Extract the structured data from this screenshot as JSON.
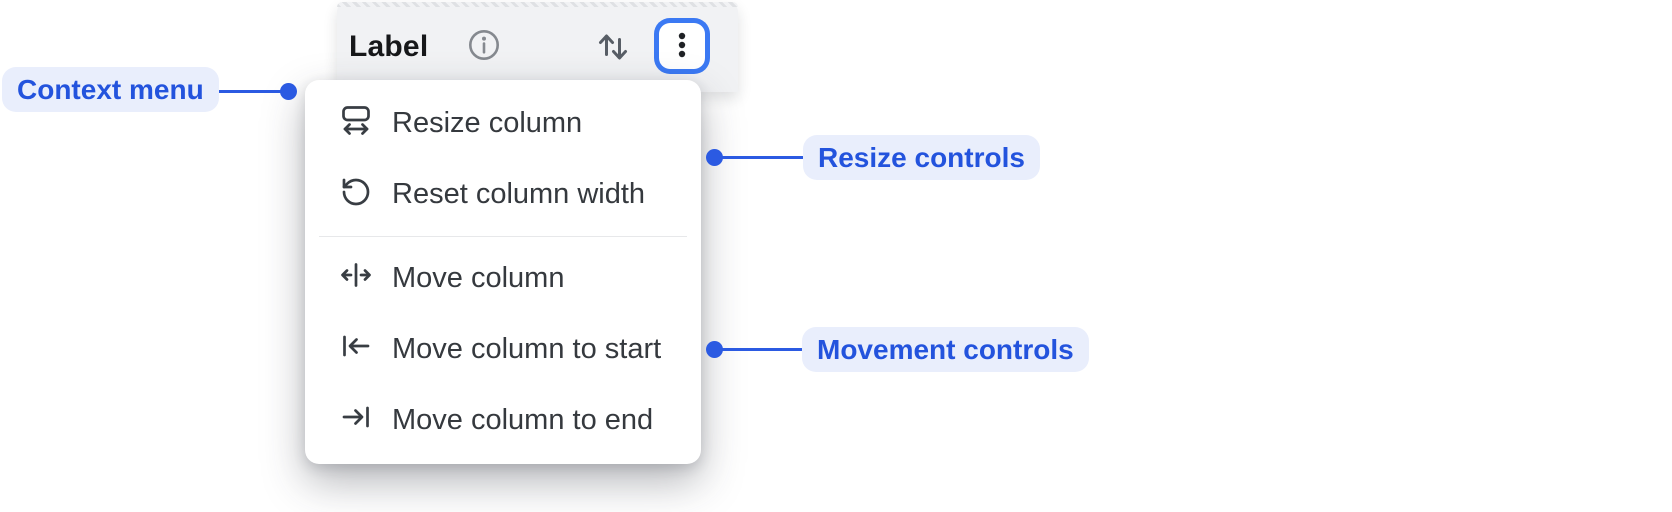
{
  "header": {
    "label": "Label",
    "info_icon": "info-icon",
    "sort_icon": "sort-ascending-descending-icon",
    "more_icon": "kebab-menu-icon"
  },
  "menu": {
    "items": [
      {
        "label": "Resize column",
        "icon": "resize-column-icon"
      },
      {
        "label": "Reset column width",
        "icon": "reset-column-width-icon"
      },
      {
        "label": "Move column",
        "icon": "move-column-icon"
      },
      {
        "label": "Move column to start",
        "icon": "move-column-to-start-icon"
      },
      {
        "label": "Move column to end",
        "icon": "move-column-to-end-icon"
      }
    ]
  },
  "annotations": {
    "context_menu": {
      "label": "Context menu"
    },
    "resize_controls": {
      "label": "Resize controls"
    },
    "movement_controls": {
      "label": "Movement controls"
    }
  },
  "colors": {
    "header_bg": "#f1f2f4",
    "menu_bg": "#ffffff",
    "menu_text": "#35393e",
    "focus_ring": "#3b79f3",
    "annotation_text": "#2353dd",
    "annotation_pill_bg": "#e9eefc",
    "connector": "#2b5ae2"
  }
}
